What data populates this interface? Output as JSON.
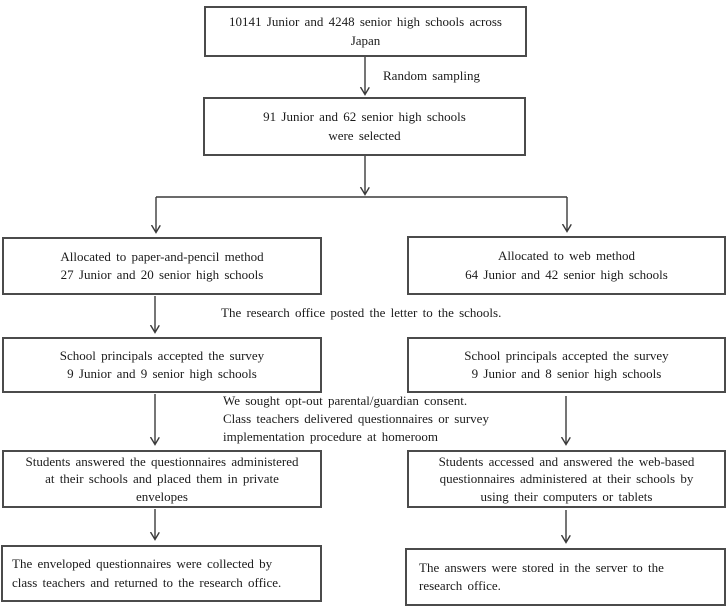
{
  "figure": {
    "background_color": "#ffffff",
    "line_color": "#3a3a3a",
    "border_color": "#4b4b4b",
    "text_color": "#1b1b1b"
  },
  "nodes": {
    "population": {
      "lines": [
        "10141 Junior and 4248 senior high schools across",
        "Japan"
      ]
    },
    "selected": {
      "lines": [
        "91 Junior and 62 senior high schools",
        "were selected"
      ]
    },
    "paper_allocated": {
      "lines": [
        "Allocated to paper-and-pencil method",
        "27 Junior and 20 senior high schools"
      ]
    },
    "web_allocated": {
      "lines": [
        "Allocated to web method",
        "64 Junior and 42 senior high schools"
      ]
    },
    "paper_principals": {
      "lines": [
        "School principals accepted the survey",
        "9 Junior and 9 senior high schools"
      ]
    },
    "web_principals": {
      "lines": [
        "School principals accepted the survey",
        "9 Junior and 8 senior high schools"
      ]
    },
    "paper_students": {
      "lines": [
        "Students answered the questionnaires administered",
        "at their schools and placed them in private",
        "envelopes"
      ]
    },
    "web_students": {
      "lines": [
        "Students accessed and answered the web-based",
        "questionnaires administered at their schools by",
        "using their computers or tablets"
      ]
    },
    "paper_collected": {
      "lines": [
        "The enveloped questionnaires were collected by",
        "class teachers and returned to the research office."
      ]
    },
    "web_stored": {
      "lines": [
        "The answers were stored in the server to the",
        "research office."
      ]
    }
  },
  "annotations": {
    "random_sampling": "Random sampling",
    "letter_posted": "The research office posted the letter to the schools.",
    "consent": {
      "lines": [
        "We sought opt-out parental/guardian consent.",
        "Class teachers delivered questionnaires or survey",
        "implementation procedure at homeroom"
      ]
    }
  }
}
